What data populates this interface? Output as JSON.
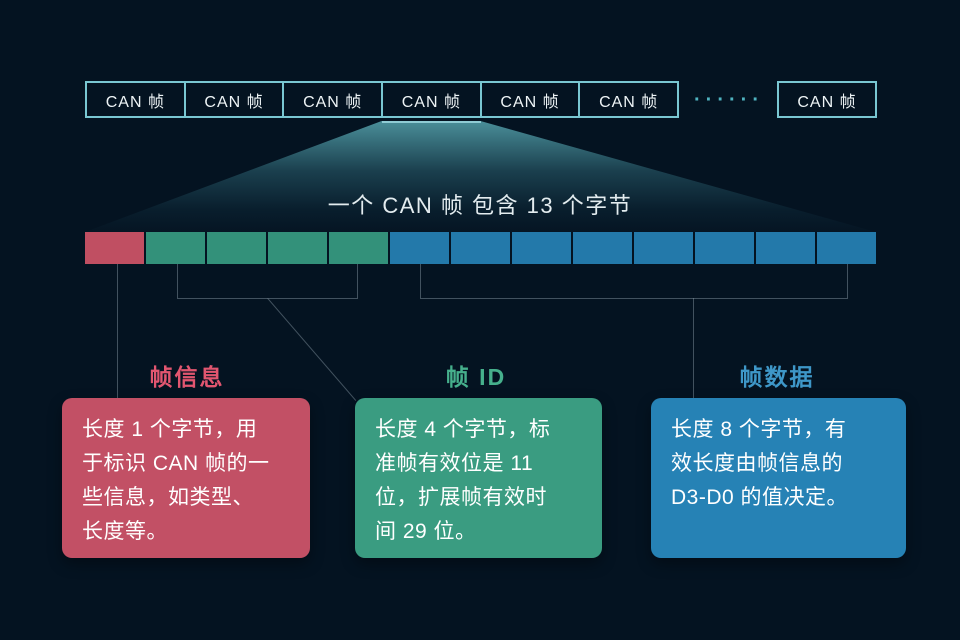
{
  "colors": {
    "background": "#041321",
    "frame_border": "#79c7d2",
    "dots": "#4fb3c0",
    "line": "#8fa0ab",
    "info": "#c04f62",
    "id": "#33917a",
    "data": "#2379aa",
    "info_label": "#e25670",
    "id_label": "#46b08c",
    "data_label": "#3e97c8",
    "card_info": "#c25065",
    "card_id": "#3a9c81",
    "card_data": "#2682b5"
  },
  "frame_row": {
    "frames": [
      "CAN 帧",
      "CAN 帧",
      "CAN 帧",
      "CAN 帧",
      "CAN 帧",
      "CAN 帧"
    ],
    "ellipsis": "······",
    "last_frame": "CAN 帧"
  },
  "funnel": {
    "caption": "一个 CAN 帧 包含 13 个字节"
  },
  "byte_bar": {
    "total_bytes": 13,
    "segments": [
      {
        "name": "帧信息",
        "bytes": 1,
        "type": "info"
      },
      {
        "name": "帧 ID",
        "bytes": 4,
        "type": "id"
      },
      {
        "name": "帧数据",
        "bytes": 8,
        "type": "data"
      }
    ]
  },
  "sections": [
    {
      "type": "info",
      "label": "帧信息",
      "lines": [
        "长度 1 个字节，用",
        "于标识 CAN 帧的一",
        "些信息，如类型、",
        "长度等。"
      ]
    },
    {
      "type": "id",
      "label": "帧 ID",
      "lines": [
        "长度 4 个字节，标",
        "准帧有效位是 11",
        "位，扩展帧有效时",
        "间 29 位。"
      ]
    },
    {
      "type": "data",
      "label": "帧数据",
      "lines": [
        "长度 8 个字节，有",
        "效长度由帧信息的",
        "D3-D0 的值决定。"
      ]
    }
  ]
}
